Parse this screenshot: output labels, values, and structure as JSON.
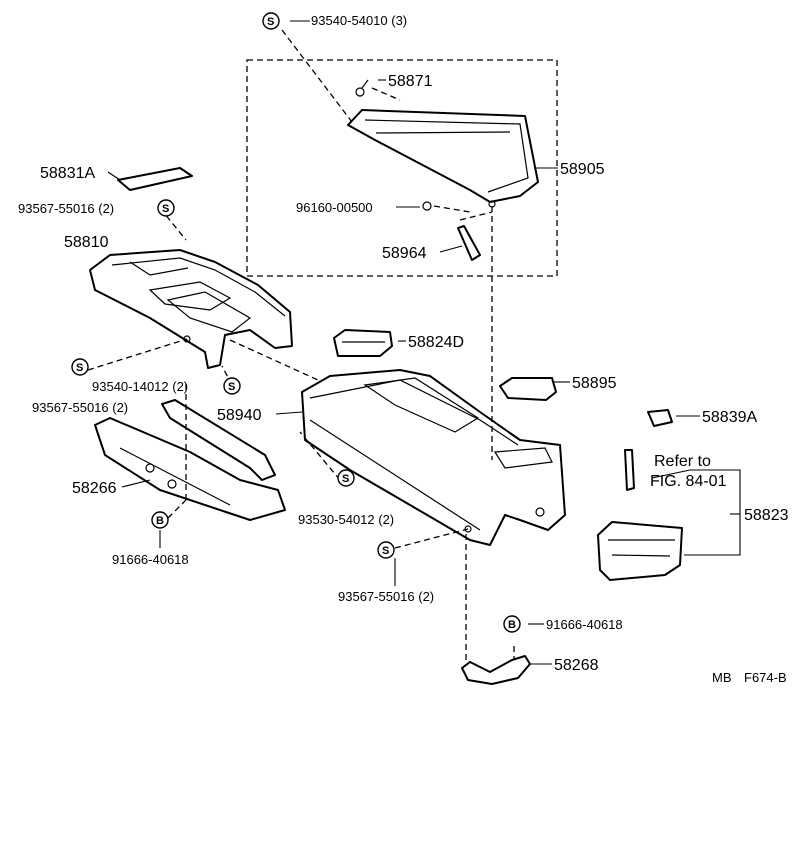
{
  "symbols": {
    "screw": "S",
    "bolt": "B"
  },
  "parts": {
    "p93540_54010": "93540-54010 (3)",
    "p58871": "58871",
    "p58905": "58905",
    "p96160_00500": "96160-00500",
    "p58964": "58964",
    "p58831A": "58831A",
    "p93567_55016_top": "93567-55016 (2)",
    "p58810": "58810",
    "p58824D": "58824D",
    "p58895": "58895",
    "p93540_14012": "93540-14012 (2)",
    "p93567_55016_left": "93567-55016 (2)",
    "p58940": "58940",
    "p58839A": "58839A",
    "p58266": "58266",
    "p93530_54012": "93530-54012 (2)",
    "p91666_40618_left": "91666-40618",
    "p93567_55016_bottom": "93567-55016 (2)",
    "p58823": "58823",
    "p91666_40618_right": "91666-40618",
    "p58268": "58268"
  },
  "refer": {
    "line1": "Refer to",
    "line2": "FIG. 84-01"
  },
  "footer": {
    "code1": "MB",
    "code2": "F674-B"
  }
}
